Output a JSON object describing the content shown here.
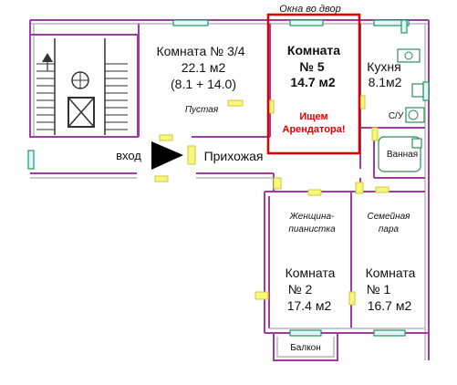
{
  "labels": {
    "top_windows": "Окна во двор",
    "room34_title": "Комната № 3/4",
    "room34_area": "22.1 м2",
    "room34_split": "(8.1 + 14.0)",
    "room34_status": "Пустая",
    "room5_line1": "Комната",
    "room5_line2": "№ 5",
    "room5_area": "14.7 м2",
    "room5_ad1": "Ищем",
    "room5_ad2": "Арендатора!",
    "kitchen_title": "Кухня",
    "kitchen_area": "8.1м2",
    "wc": "С/У",
    "bath": "Ванная",
    "entrance": "вход",
    "hallway": "Прихожая",
    "room2_tenant1": "Женщина-",
    "room2_tenant2": "пианистка",
    "room2_line1": "Комната",
    "room2_line2": "№ 2",
    "room2_area": "17.4 м2",
    "room1_tenant1": "Семейная",
    "room1_tenant2": "пара",
    "room1_line1": "Комната",
    "room1_line2": "№ 1",
    "room1_area": "16.7 м2",
    "balcony": "Балкон"
  },
  "colors": {
    "wall": "#a23ca2",
    "highlight": "#e00000",
    "window": "#1a9e55",
    "door": "#f7f77a"
  }
}
